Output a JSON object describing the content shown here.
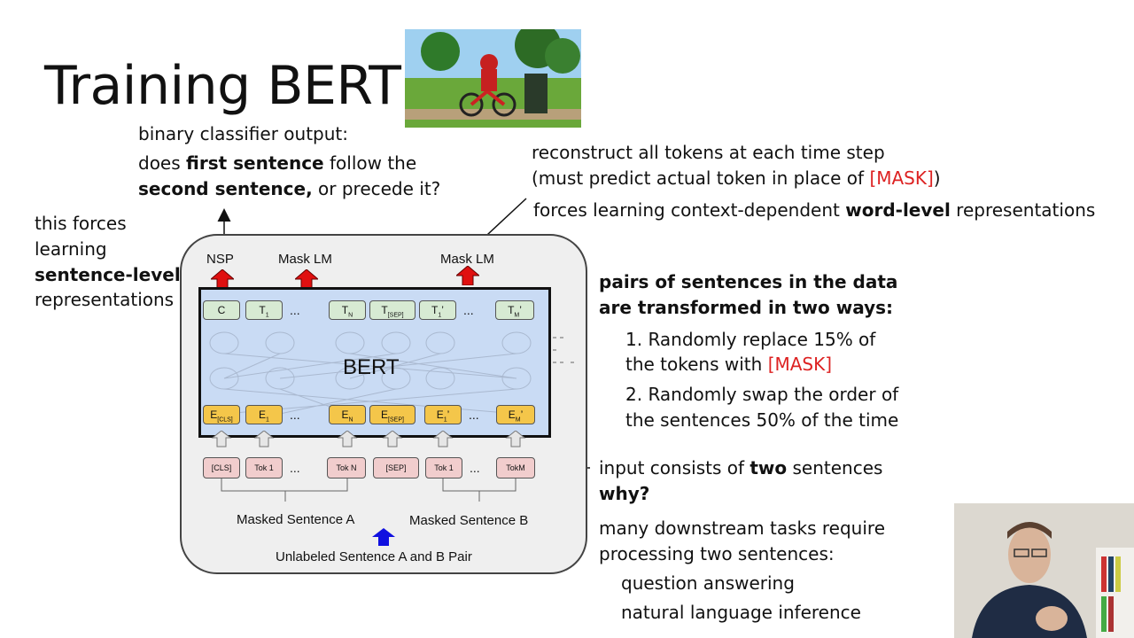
{
  "slide": {
    "title": "Training BERT",
    "nsp_note": {
      "line1": "binary classifier output:",
      "line2_pre": "does ",
      "line2_bold": "first sentence",
      "line2_post": " follow the",
      "line3_bold": "second sentence,",
      "line3_post": " or precede it?"
    },
    "mlm_note": {
      "line1": "reconstruct all tokens at each time step",
      "line2_pre": "(must predict actual token in place of ",
      "line2_red": "[MASK]",
      "line2_post": ")",
      "line3_pre": "forces learning context-dependent ",
      "line3_bold": "word-level",
      "line3_post": " representations"
    },
    "left_note": {
      "line1": "this forces",
      "line2": "learning",
      "line3_bold": "sentence-level",
      "line4": "representations"
    },
    "pairs_note": {
      "heading1": "pairs of sentences in the data",
      "heading2": "are transformed in two ways:",
      "item1_line1": "1. Randomly replace 15% of",
      "item1_line2_pre": "the tokens with ",
      "item1_line2_red": "[MASK]",
      "item2_line1": "2. Randomly swap the order of",
      "item2_line2": "the sentences 50% of the time"
    },
    "input_note": {
      "line1_pre": "input consists of ",
      "line1_bold": "two",
      "line1_post": " sentences",
      "why": "why?",
      "line3": "many downstream tasks require",
      "line4": "processing two sentences:",
      "task1": "question answering",
      "task2": "natural language inference"
    }
  },
  "diagram": {
    "label_nsp": "NSP",
    "label_mlm1": "Mask LM",
    "label_mlm2": "Mask LM",
    "bert_label": "BERT",
    "out_tokens": [
      "C",
      "T",
      "T",
      "T",
      "T",
      "T"
    ],
    "out_subs": [
      "",
      "1",
      "N",
      "[SEP]",
      "1",
      "M"
    ],
    "out_primes": [
      "",
      "",
      "",
      "",
      "’",
      "’"
    ],
    "emb_tokens": [
      "E",
      "E",
      "E",
      "E",
      "E",
      "E"
    ],
    "emb_subs": [
      "[CLS]",
      "1",
      "N",
      "[SEP]",
      "1",
      "M"
    ],
    "emb_primes": [
      "",
      "",
      "",
      "",
      "’",
      "’"
    ],
    "in_tokens": [
      "[CLS]",
      "Tok 1",
      "Tok N",
      "[SEP]",
      "Tok 1",
      "TokM"
    ],
    "ellipsis": "...",
    "sentence_a": "Masked Sentence A",
    "sentence_b": "Masked Sentence B",
    "pair_label": "Unlabeled Sentence A and B Pair",
    "colors": {
      "up_arrow_red": "#e01010",
      "up_arrow_blue": "#1010e0",
      "box_fill": "#c9dbf4",
      "emb_fill": "#f4c64a",
      "out_fill": "#d7ead3",
      "in_fill": "#f1cdcd"
    }
  }
}
